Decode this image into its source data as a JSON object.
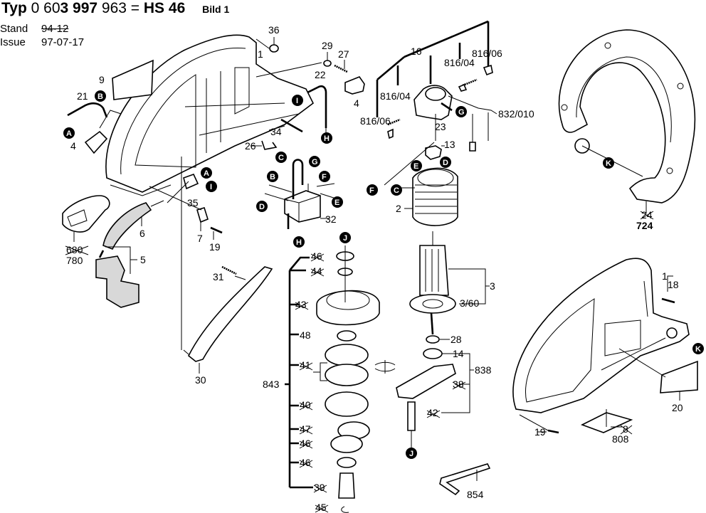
{
  "header": {
    "typ_label": "Typ",
    "part_prefix": "0 60",
    "part_bold_a": "3 997",
    "part_suffix": " 963 =",
    "model": "HS 46",
    "bild": "Bild 1"
  },
  "meta": {
    "stand_label": "Stand",
    "stand_value": "94-12",
    "issue_label": "Issue",
    "issue_value": "97-07-17"
  },
  "callouts": {
    "A": "A",
    "B": "B",
    "C": "C",
    "D": "D",
    "E": "E",
    "F": "F",
    "G": "G",
    "H": "H",
    "I": "I",
    "J": "J",
    "K": "K"
  },
  "parts": {
    "p1": "1",
    "p1b": "1",
    "p2": "2",
    "p3": "3",
    "p3_60": "3/60",
    "p4": "4",
    "p4b": "4",
    "p5": "5",
    "p6": "6",
    "p7": "7",
    "p9": "9",
    "p13": "13",
    "p14": "14",
    "p16": "16",
    "p18": "18",
    "p19": "19",
    "p19b": "19",
    "p20": "20",
    "p21": "21",
    "p22": "22",
    "p23": "23",
    "p26": "26",
    "p27": "27",
    "p28": "28",
    "p29": "29",
    "p30": "30",
    "p31": "31",
    "p32": "32",
    "p34": "34",
    "p35": "35",
    "p36": "36",
    "p39": "39",
    "p38": "38",
    "p40": "40",
    "p41": "41",
    "p42": "42",
    "p43": "43",
    "p44": "44",
    "p45": "45",
    "p46": "46",
    "p46b": "46",
    "p46c": "46",
    "p47": "47",
    "p48": "48",
    "p680": "680",
    "p780": "780",
    "p724": "724",
    "p24": "24",
    "p8": "8",
    "p808": "808",
    "p816_04a": "816/04",
    "p816_04b": "816/04",
    "p816_06a": "816/06",
    "p816_06b": "816/06",
    "p832_010": "832/010",
    "p838": "838",
    "p843": "843",
    "p854": "854"
  }
}
